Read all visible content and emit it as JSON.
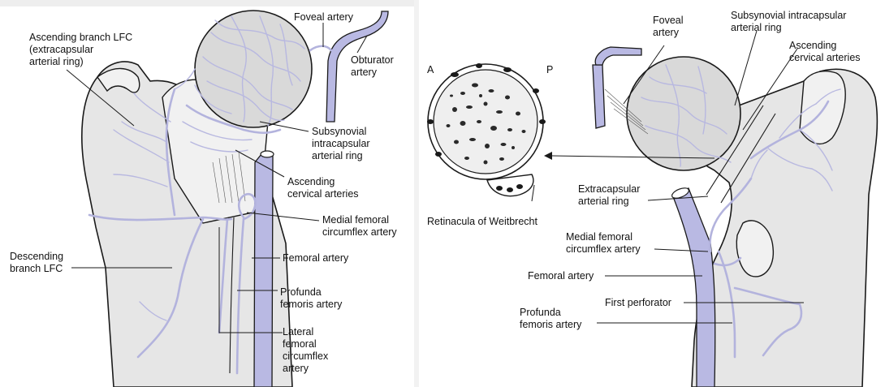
{
  "left_panel": {
    "labels": {
      "foveal_artery": "Foveal artery",
      "obturator_artery": [
        "Obturator",
        "artery"
      ],
      "ascending_branch_lfc": [
        "Ascending branch LFC",
        "(extracapsular",
        "arterial ring)"
      ],
      "subsynovial_ring": [
        "Subsynovial",
        "intracapsular",
        "arterial ring"
      ],
      "ascending_cervical": [
        "Ascending",
        "cervical arteries"
      ],
      "medial_femoral_circumflex": [
        "Medial femoral",
        "circumflex artery"
      ],
      "femoral_artery": "Femoral artery",
      "descending_branch_lfc": [
        "Descending",
        "branch LFC"
      ],
      "profunda_femoris": [
        "Profunda",
        "femoris artery"
      ],
      "lateral_femoral_circumflex": [
        "Lateral",
        "femoral",
        "circumflex",
        "artery"
      ]
    }
  },
  "right_panel": {
    "labels": {
      "foveal_artery": [
        "Foveal",
        "artery"
      ],
      "subsynovial_ring": [
        "Subsynovial intracapsular",
        "arterial ring"
      ],
      "ascending_cervical": [
        "Ascending",
        "cervical arteries"
      ],
      "cross_section_a": "A",
      "cross_section_p": "P",
      "extracapsular_ring": [
        "Extracapsular",
        "arterial ring"
      ],
      "retinacula": "Retinacula of Weitbrecht",
      "medial_femoral_circumflex": [
        "Medial femoral",
        "circumflex artery"
      ],
      "femoral_artery": "Femoral artery",
      "first_perforator": "First perforator",
      "profunda_femoris": [
        "Profunda",
        "femoris artery"
      ]
    }
  },
  "colors": {
    "vessel": "#b3b3dd",
    "bone": "#e6e6e6",
    "ink": "#1a1a1a"
  }
}
